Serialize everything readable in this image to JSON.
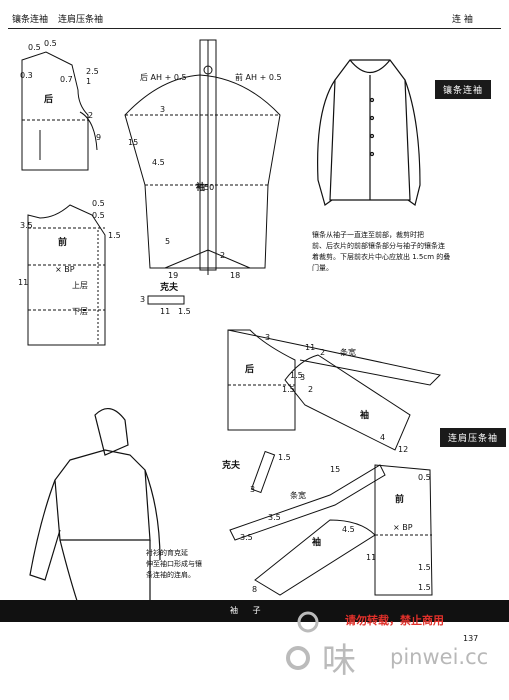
{
  "header": {
    "left_title_1": "镶条连袖",
    "left_title_2": "连肩压条袖",
    "right_title": "连 袖"
  },
  "tags": {
    "upper": "镶条连袖",
    "lower": "连肩压条袖"
  },
  "notes": {
    "upper_note": [
      "镶条从袖子一直连至前部，裁剪时把",
      "前、后衣片的前部镶条部分与袖子的镶条连",
      "着裁剪。下层前衣片中心应放出 1.5cm 的叠",
      "门量。"
    ],
    "lower_note": [
      "衬衫的育克延",
      "伸至袖口形成与镶",
      "条连袖的连肩。"
    ]
  },
  "pattern_labels": {
    "back": "后",
    "front": "前",
    "sleeve": "袖",
    "yoke": "克夫",
    "bp": "× BP",
    "upper_layer": "上层",
    "lower_layer": "下层",
    "strip_width": "条宽",
    "back_ah": "后 AH + 0.5",
    "front_ah": "前 AH + 0.5",
    "nums": [
      "0.5",
      "0.5",
      "0.3",
      "0.7",
      "2.5",
      "1",
      "2",
      "9",
      "0.5",
      "0.5",
      "3.5",
      "1.5",
      "11",
      "3",
      "4.5",
      "15",
      "50",
      "5",
      "2",
      "19",
      "18",
      "3",
      "11",
      "1.5",
      "1.5",
      "3",
      "11",
      "2",
      "1.5",
      "3",
      "2",
      "4",
      "12",
      "3",
      "1.5",
      "0.5",
      "3.5",
      "4.5",
      "1.5",
      "11",
      "1.5",
      "8",
      "3.5",
      "15"
    ]
  },
  "footer": {
    "title": "袖 子",
    "warning": "请勿转载，禁止商用",
    "page_number": "137",
    "watermark_cn": "味",
    "watermark_en": "pinwei.cc"
  }
}
